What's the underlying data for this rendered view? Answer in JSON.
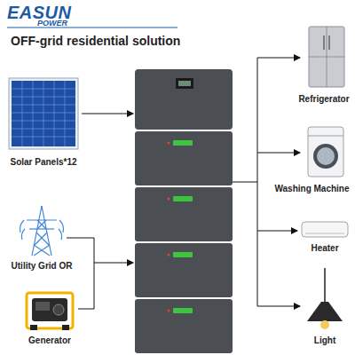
{
  "diagram": {
    "title": "OFF-grid residential solution",
    "nodes": [
      {
        "text": [
          "Solar Panels*12"
        ]
      },
      {
        "text": [
          "Utility Grid OR"
        ]
      },
      {
        "text": [
          "Generator"
        ]
      },
      {
        "text": [
          "Refrigerator"
        ]
      },
      {
        "text": [
          "Washing Machine"
        ]
      },
      {
        "text": [
          "Heater"
        ]
      },
      {
        "text": [
          "Light"
        ]
      }
    ],
    "labels": [
      "EASUN",
      "POWER"
    ]
  }
}
